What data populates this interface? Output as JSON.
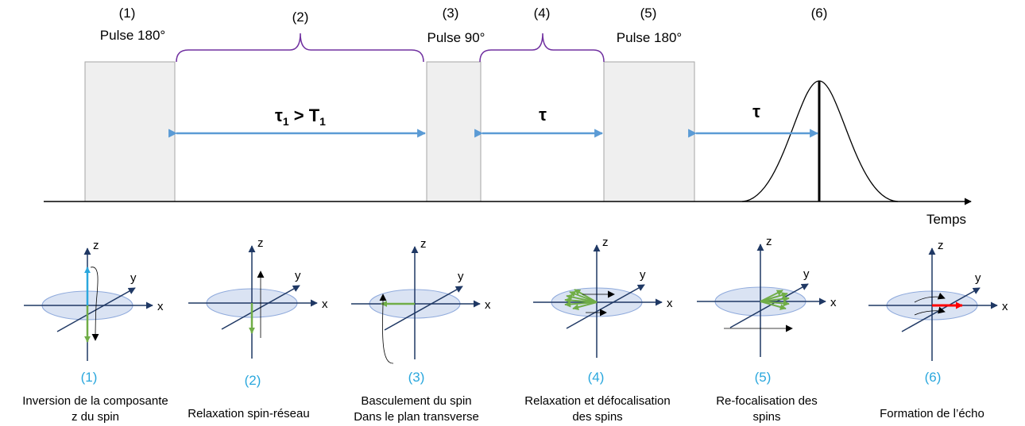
{
  "top": {
    "numbers": [
      "(1)",
      "(2)",
      "(3)",
      "(4)",
      "(5)",
      "(6)"
    ],
    "pulse_labels": {
      "p1": "Pulse 180°",
      "p3": "Pulse 90°",
      "p5": "Pulse 180°"
    },
    "intervals": {
      "tau1_main": "τ",
      "tau1_sub": "1",
      "tau1_gt": " > T",
      "T1_sub": "1",
      "tau_a": "τ",
      "tau_b": "τ"
    },
    "time_axis_label": "Temps"
  },
  "steps": [
    {
      "num": "(1)",
      "caption": [
        "Inversion de la composante",
        "z du spin"
      ]
    },
    {
      "num": "(2)",
      "caption": [
        "Relaxation spin-réseau"
      ]
    },
    {
      "num": "(3)",
      "caption": [
        "Basculement du spin",
        "Dans le plan transverse"
      ]
    },
    {
      "num": "(4)",
      "caption": [
        "Relaxation et défocalisation",
        "des spins"
      ]
    },
    {
      "num": "(5)",
      "caption": [
        "Re-focalisation des",
        "spins"
      ]
    },
    {
      "num": "(6)",
      "caption": [
        "Formation de l’écho"
      ]
    }
  ],
  "axes": {
    "x": "x",
    "y": "y",
    "z": "z"
  },
  "colors": {
    "pulse_fill": "#efefef",
    "interval_arrow": "#5b9bd5",
    "brace": "#7030a0",
    "axis": "#1f3864",
    "disk_fill": "#dae3f3",
    "disk_stroke": "#8faadc",
    "spin_green": "#70ad47",
    "spin_blue": "#2aa7dd",
    "echo_red": "#ff0000",
    "step_number": "#2aa7dd"
  }
}
